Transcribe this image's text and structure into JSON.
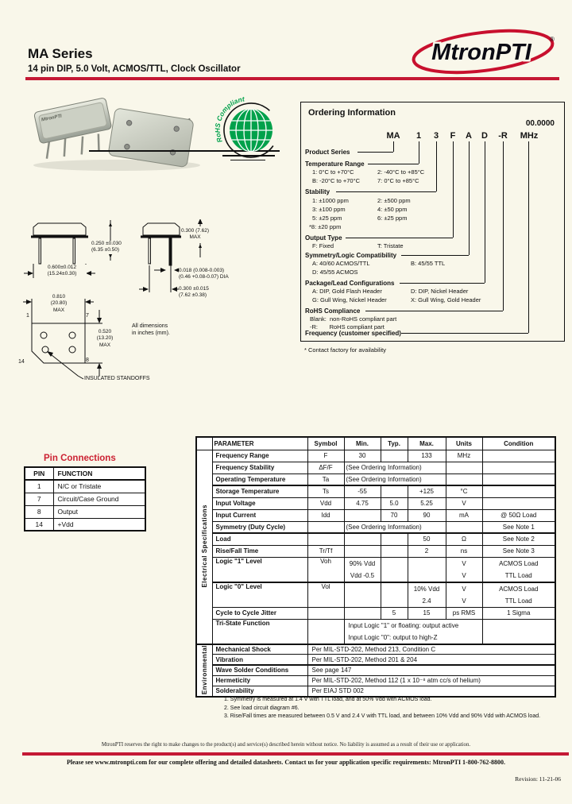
{
  "header": {
    "title": "MA Series",
    "subtitle": "14 pin DIP, 5.0 Volt, ACMOS/TTL, Clock Oscillator",
    "logo_text": "MtronPTI",
    "logo_reg": "®"
  },
  "photo": {
    "label": "MtronPTI"
  },
  "rohs": {
    "label": "RoHS Compliant"
  },
  "ordering": {
    "title": "Ordering Information",
    "frequency_value": "00.0000",
    "code": [
      "MA",
      "1",
      "3",
      "F",
      "A",
      "D",
      "-R",
      "MHz"
    ],
    "product_series_label": "Product Series",
    "temperature_label": "Temperature Range",
    "temperature_options": [
      "1:  0°C to +70°C",
      "2:  -40°C to +85°C",
      "B:  -20°C to +70°C",
      "7:  0°C to +85°C"
    ],
    "stability_label": "Stability",
    "stability_options": [
      "1:  ±1000 ppm",
      "2:  ±500 ppm",
      "3:  ±100 ppm",
      "4:  ±50 ppm",
      "5:  ±25 ppm",
      "6:  ±25 ppm",
      "*8:  ±20 ppm"
    ],
    "output_label": "Output Type",
    "output_options": [
      "F:  Fixed",
      "T:  Tristate"
    ],
    "symmetry_label": "Symmetry/Logic Compatibility",
    "symmetry_options": [
      "A: 40/60 ACMOS/TTL",
      "B: 45/55 TTL",
      "D: 45/55 ACMOS"
    ],
    "package_label": "Package/Lead Configurations",
    "package_options": [
      "A: DIP, Gold Flash Header",
      "D: DIP, Nickel Header",
      "G: Gull Wing, Nickel Header",
      "X: Gull Wing, Gold Header"
    ],
    "rohs_label": "RoHS Compliance",
    "rohs_options": [
      "Blank:  non-RoHS compliant part",
      "-R:       RoHS compliant part"
    ],
    "frequency_label": "Frequency (customer specified)",
    "footnote": "* Contact factory for availability"
  },
  "dims": {
    "front_height": [
      "0.250 ±0.030",
      "(6.35 ±0.50)"
    ],
    "front_width": [
      "0.600±0.012",
      "(15.24±0.30)"
    ],
    "side_height": [
      "0.300 (7.62)",
      "MAX"
    ],
    "pin_dia": [
      "0.018 (0.008-0.003)",
      "(0.46 +0.08-0.07) DIA"
    ],
    "row_spacing": [
      "0.300 ±0.015",
      "(7.62 ±0.38)"
    ],
    "bottom_width": [
      "0.810",
      "(20.80)",
      "MAX"
    ],
    "bottom_height": [
      "0.520",
      "(13.20)",
      "MAX"
    ],
    "note": [
      "All dimensions",
      "in inches (mm)."
    ],
    "standoffs": "INSULATED STANDOFFS",
    "pins": [
      "1",
      "7",
      "14",
      "8"
    ]
  },
  "pin_connections": {
    "title": "Pin Connections",
    "headers": [
      "PIN",
      "FUNCTION"
    ],
    "rows": [
      [
        "1",
        "N/C or Tristate"
      ],
      [
        "7",
        "Circuit/Case Ground"
      ],
      [
        "8",
        "Output"
      ],
      [
        "14",
        "+Vdd"
      ]
    ]
  },
  "spec_table": {
    "electrical_group": "Electrical Specifications",
    "environmental_group": "Environmental",
    "headers": [
      "PARAMETER",
      "Symbol",
      "Min.",
      "Typ.",
      "Max.",
      "Units",
      "Condition"
    ],
    "rows": {
      "freq_range": {
        "p": "Frequency Range",
        "s": "F",
        "min": "30",
        "max": "133",
        "u": "MHz"
      },
      "freq_stab": {
        "p": "Frequency Stability",
        "s": "ΔF/F",
        "span": "(See Ordering Information)"
      },
      "op_temp": {
        "p": "Operating Temperature",
        "s": "Ta",
        "span": "(See Ordering Information)"
      },
      "st_temp": {
        "p": "Storage Temperature",
        "s": "Ts",
        "min": "-55",
        "max": "+125",
        "u": "°C"
      },
      "in_volt": {
        "p": "Input Voltage",
        "s": "Vdd",
        "min": "4.75",
        "typ": "5.0",
        "max": "5.25",
        "u": "V"
      },
      "in_curr": {
        "p": "Input Current",
        "s": "Idd",
        "typ": "70",
        "max": "90",
        "u": "mA",
        "c": "@ 50Ω Load"
      },
      "symmetry": {
        "p": "Symmetry (Duty Cycle)",
        "span": "(See Ordering Information)",
        "c": "See Note 1"
      },
      "load": {
        "p": "Load",
        "max": "50",
        "u": "Ω",
        "c": "See Note 2"
      },
      "rise_fall": {
        "p": "Rise/Fall Time",
        "s": "Tr/Tf",
        "max": "2",
        "u": "ns",
        "c": "See Note 3"
      },
      "logic1": {
        "p": "Logic \"1\" Level",
        "s": "Voh",
        "v1": "90% Vdd",
        "v2": "Vdd -0.5",
        "u1": "V",
        "u2": "V",
        "c1": "ACMOS Load",
        "c2": "TTL Load"
      },
      "logic0": {
        "p": "Logic \"0\" Level",
        "s": "Vol",
        "v1": "10% Vdd",
        "v2": "2.4",
        "u1": "V",
        "u2": "V",
        "c1": "ACMOS Load",
        "c2": "TTL Load"
      },
      "jitter": {
        "p": "Cycle to Cycle Jitter",
        "typ": "5",
        "max": "15",
        "u": "ps RMS",
        "c": "1 Sigma"
      },
      "tristate": {
        "p": "Tri-State Function",
        "l1": "Input Logic \"1\" or floating: output active",
        "l2": "Input Logic \"0\": output to high-Z"
      },
      "shock": {
        "p": "Mechanical Shock",
        "v": "Per MIL-STD-202, Method 213, Condition C"
      },
      "vibration": {
        "p": "Vibration",
        "v": "Per MIL-STD-202, Method 201 & 204"
      },
      "wave": {
        "p": "Wave Solder Conditions",
        "v": "See page 147"
      },
      "hermeticity": {
        "p": "Hermeticity",
        "v": "Per MIL-STD-202, Method 112 (1 x 10⁻⁸ atm cc/s of helium)"
      },
      "solderability": {
        "p": "Solderability",
        "v": "Per EIAJ STD 002"
      }
    }
  },
  "notes": [
    "1.  Symmetry is measured at 1.4 V with TTL load, and at 50% Vdd with ACMOS load.",
    "2.  See load circuit diagram #6.",
    "3.  Rise/Fall times are measured between 0.5 V and 2.4 V with TTL load, and between 10% Vdd and 90% Vdd with ACMOS load."
  ],
  "footer": {
    "disclaimer": "MtronPTI reserves the right to make changes to the product(s) and service(s) described herein without notice. No liability is assumed as a result of their use or application.",
    "tagline": "Please see www.mtronpti.com for our complete offering and detailed datasheets. Contact us for your application specific requirements: MtronPTI 1-800-762-8800.",
    "revision": "Revision: 11-21-06"
  }
}
